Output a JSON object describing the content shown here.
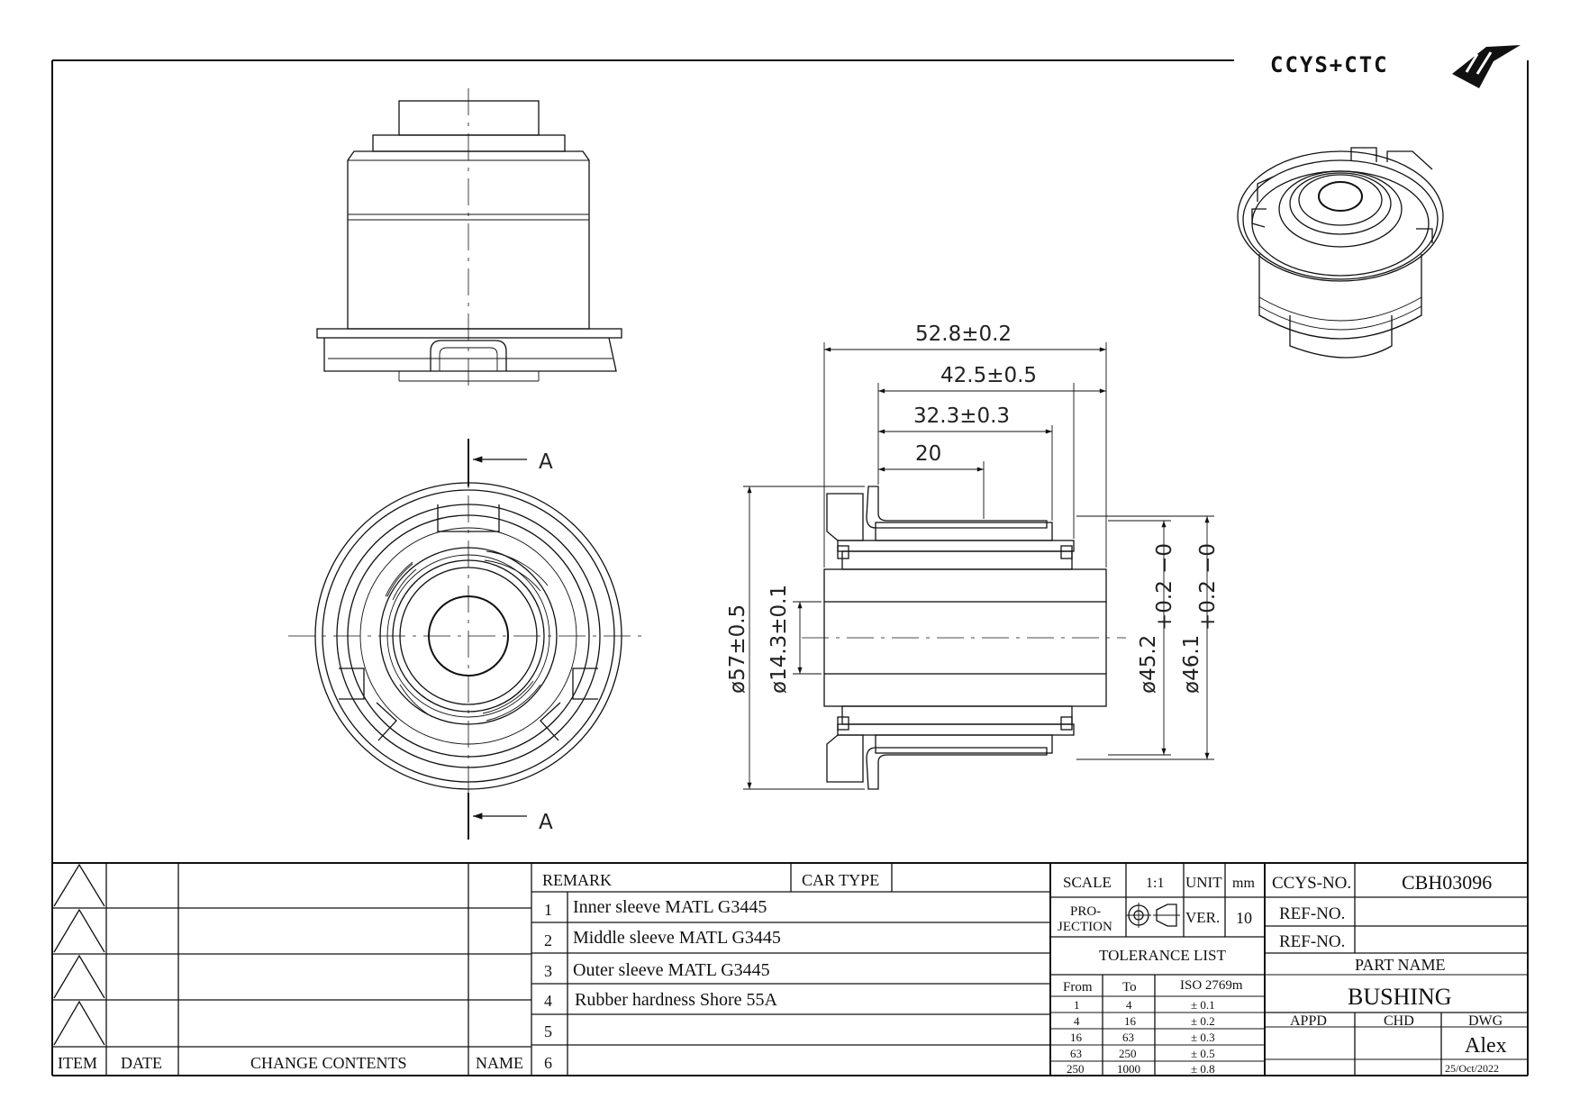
{
  "logo": {
    "text": "CCYS+CTC"
  },
  "dimensions": {
    "length_total": "52.8±0.2",
    "length_rubber": "42.5±0.5",
    "length_middle": "32.3±0.3",
    "length_flange": "20",
    "dia_outer": "ø57±0.5",
    "dia_inner": "ø14.3±0.1",
    "dia_middle": "ø45.2",
    "dia_middle_tol": "+0.2 −0",
    "dia_outer_sleeve": "ø46.1",
    "dia_outer_sleeve_tol": "+0.2 −0"
  },
  "section_label": "A",
  "revision_table": {
    "headers": {
      "item": "ITEM",
      "date": "DATE",
      "change": "CHANGE CONTENTS",
      "name": "NAME"
    }
  },
  "remarks": {
    "remark_label": "REMARK",
    "car_type_label": "CAR TYPE",
    "rows": [
      {
        "no": "1",
        "text": "Inner sleeve MATL G3445"
      },
      {
        "no": "2",
        "text": "Middle sleeve MATL G3445"
      },
      {
        "no": "3",
        "text": "Outer sleeve MATL G3445"
      },
      {
        "no": "4",
        "text": "Rubber hardness Shore 55A"
      },
      {
        "no": "5",
        "text": ""
      },
      {
        "no": "6",
        "text": ""
      }
    ]
  },
  "specs": {
    "scale_label": "SCALE",
    "scale_value": "1:1",
    "unit_label": "UNIT",
    "unit_value": "mm",
    "projection_label_1": "PRO-",
    "projection_label_2": "JECTION",
    "ver_label": "VER.",
    "ver_value": "10",
    "tolerance_title": "TOLERANCE LIST",
    "tol_headers": {
      "from": "From",
      "to": "To",
      "std": "ISO 2769m"
    },
    "tol_rows": [
      {
        "from": "1",
        "to": "4",
        "tol": "± 0.1"
      },
      {
        "from": "4",
        "to": "16",
        "tol": "± 0.2"
      },
      {
        "from": "16",
        "to": "63",
        "tol": "± 0.3"
      },
      {
        "from": "63",
        "to": "250",
        "tol": "± 0.5"
      },
      {
        "from": "250",
        "to": "1000",
        "tol": "± 0.8"
      }
    ]
  },
  "title_block": {
    "ccys_no_label": "CCYS-NO.",
    "ccys_no_value": "CBH03096",
    "ref_no_label_1": "REF-NO.",
    "ref_no_label_2": "REF-NO.",
    "part_name_label": "PART NAME",
    "part_name_value": "BUSHING",
    "appd_label": "APPD",
    "chd_label": "CHD",
    "dwg_label": "DWG",
    "dwg_name": "Alex",
    "dwg_date": "25/Oct/2022"
  }
}
